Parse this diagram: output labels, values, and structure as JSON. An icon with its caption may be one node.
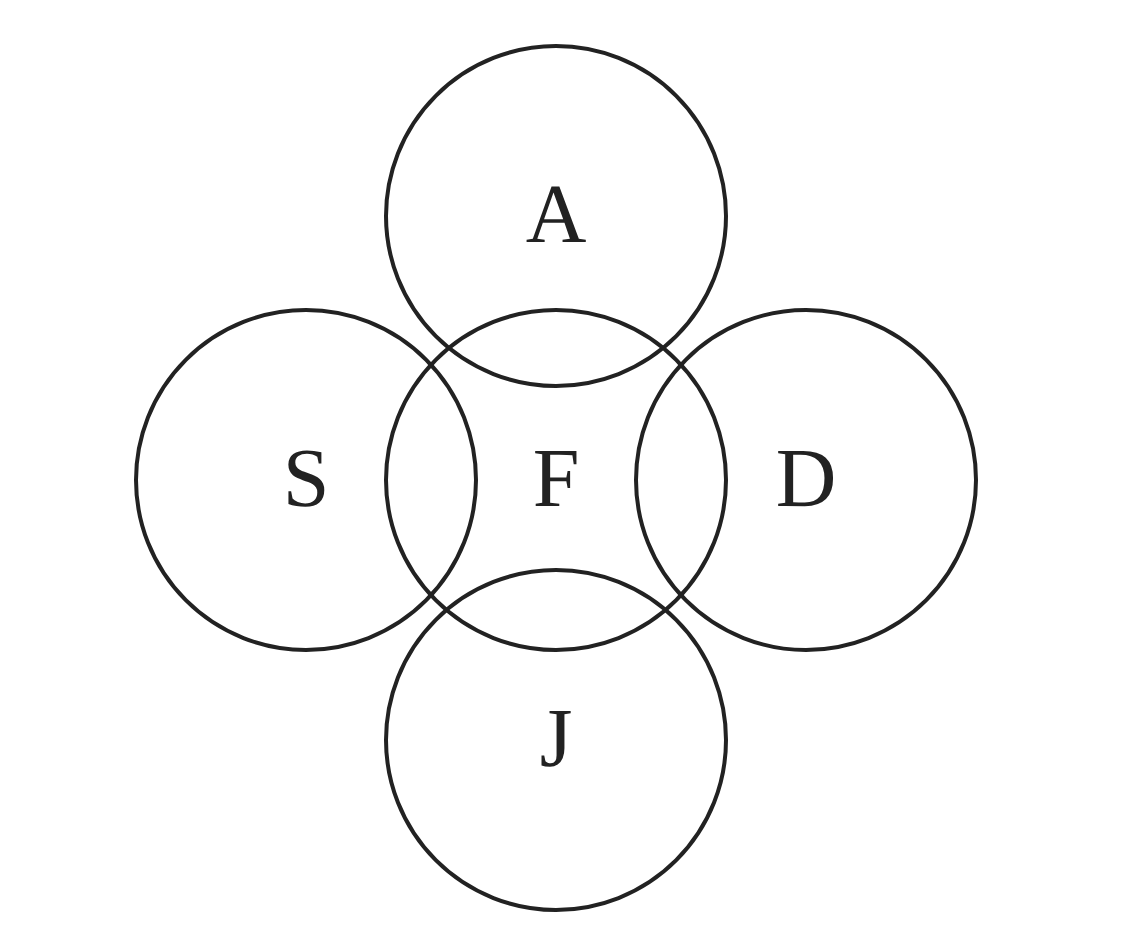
{
  "diagram": {
    "nodes": [
      {
        "text": [
          "A"
        ]
      },
      {
        "text": [
          "S"
        ]
      },
      {
        "text": [
          "F"
        ]
      },
      {
        "text": [
          "D"
        ]
      },
      {
        "text": [
          "J"
        ]
      }
    ]
  }
}
